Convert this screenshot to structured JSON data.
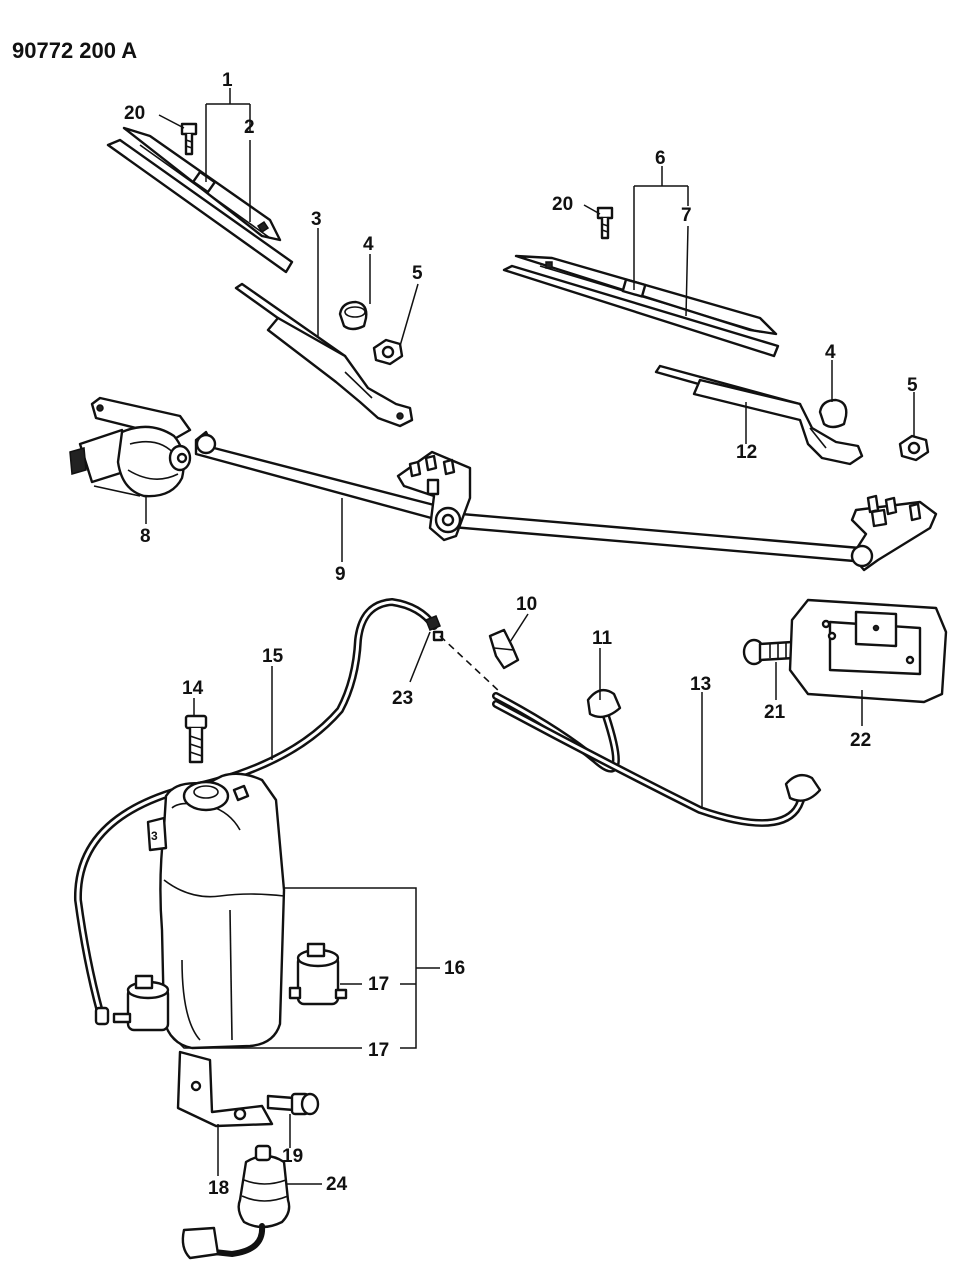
{
  "diagram_code": "90772 200 A",
  "tank_mark": "3",
  "callouts": {
    "c1": "1",
    "c2": "2",
    "c3": "3",
    "c4a": "4",
    "c5a": "5",
    "c6": "6",
    "c7": "7",
    "c4b": "4",
    "c5b": "5",
    "c12": "12",
    "c20a": "20",
    "c20b": "20",
    "c8": "8",
    "c9": "9",
    "c10": "10",
    "c11": "11",
    "c13": "13",
    "c14": "14",
    "c15": "15",
    "c16": "16",
    "c17a": "17",
    "c17b": "17",
    "c18": "18",
    "c19": "19",
    "c21": "21",
    "c22": "22",
    "c23": "23",
    "c24": "24"
  }
}
